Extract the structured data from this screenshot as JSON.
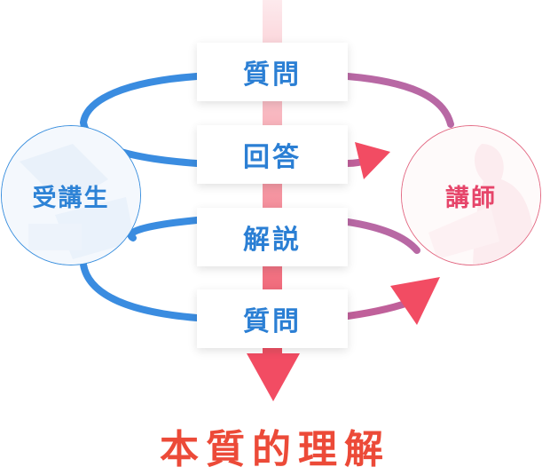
{
  "cards": [
    {
      "label": "質問"
    },
    {
      "label": "回答"
    },
    {
      "label": "解説"
    },
    {
      "label": "質問"
    }
  ],
  "student": {
    "label": "受講生"
  },
  "teacher": {
    "label": "講師"
  },
  "result": {
    "label": "本質的理解"
  },
  "colors": {
    "blue": "#3a8ce0",
    "purple": "#b868a4",
    "arrow_red": "#f24c63",
    "central_top": "#fcdde2",
    "central_bottom": "#ef5566",
    "result_text": "#ec4a38"
  }
}
